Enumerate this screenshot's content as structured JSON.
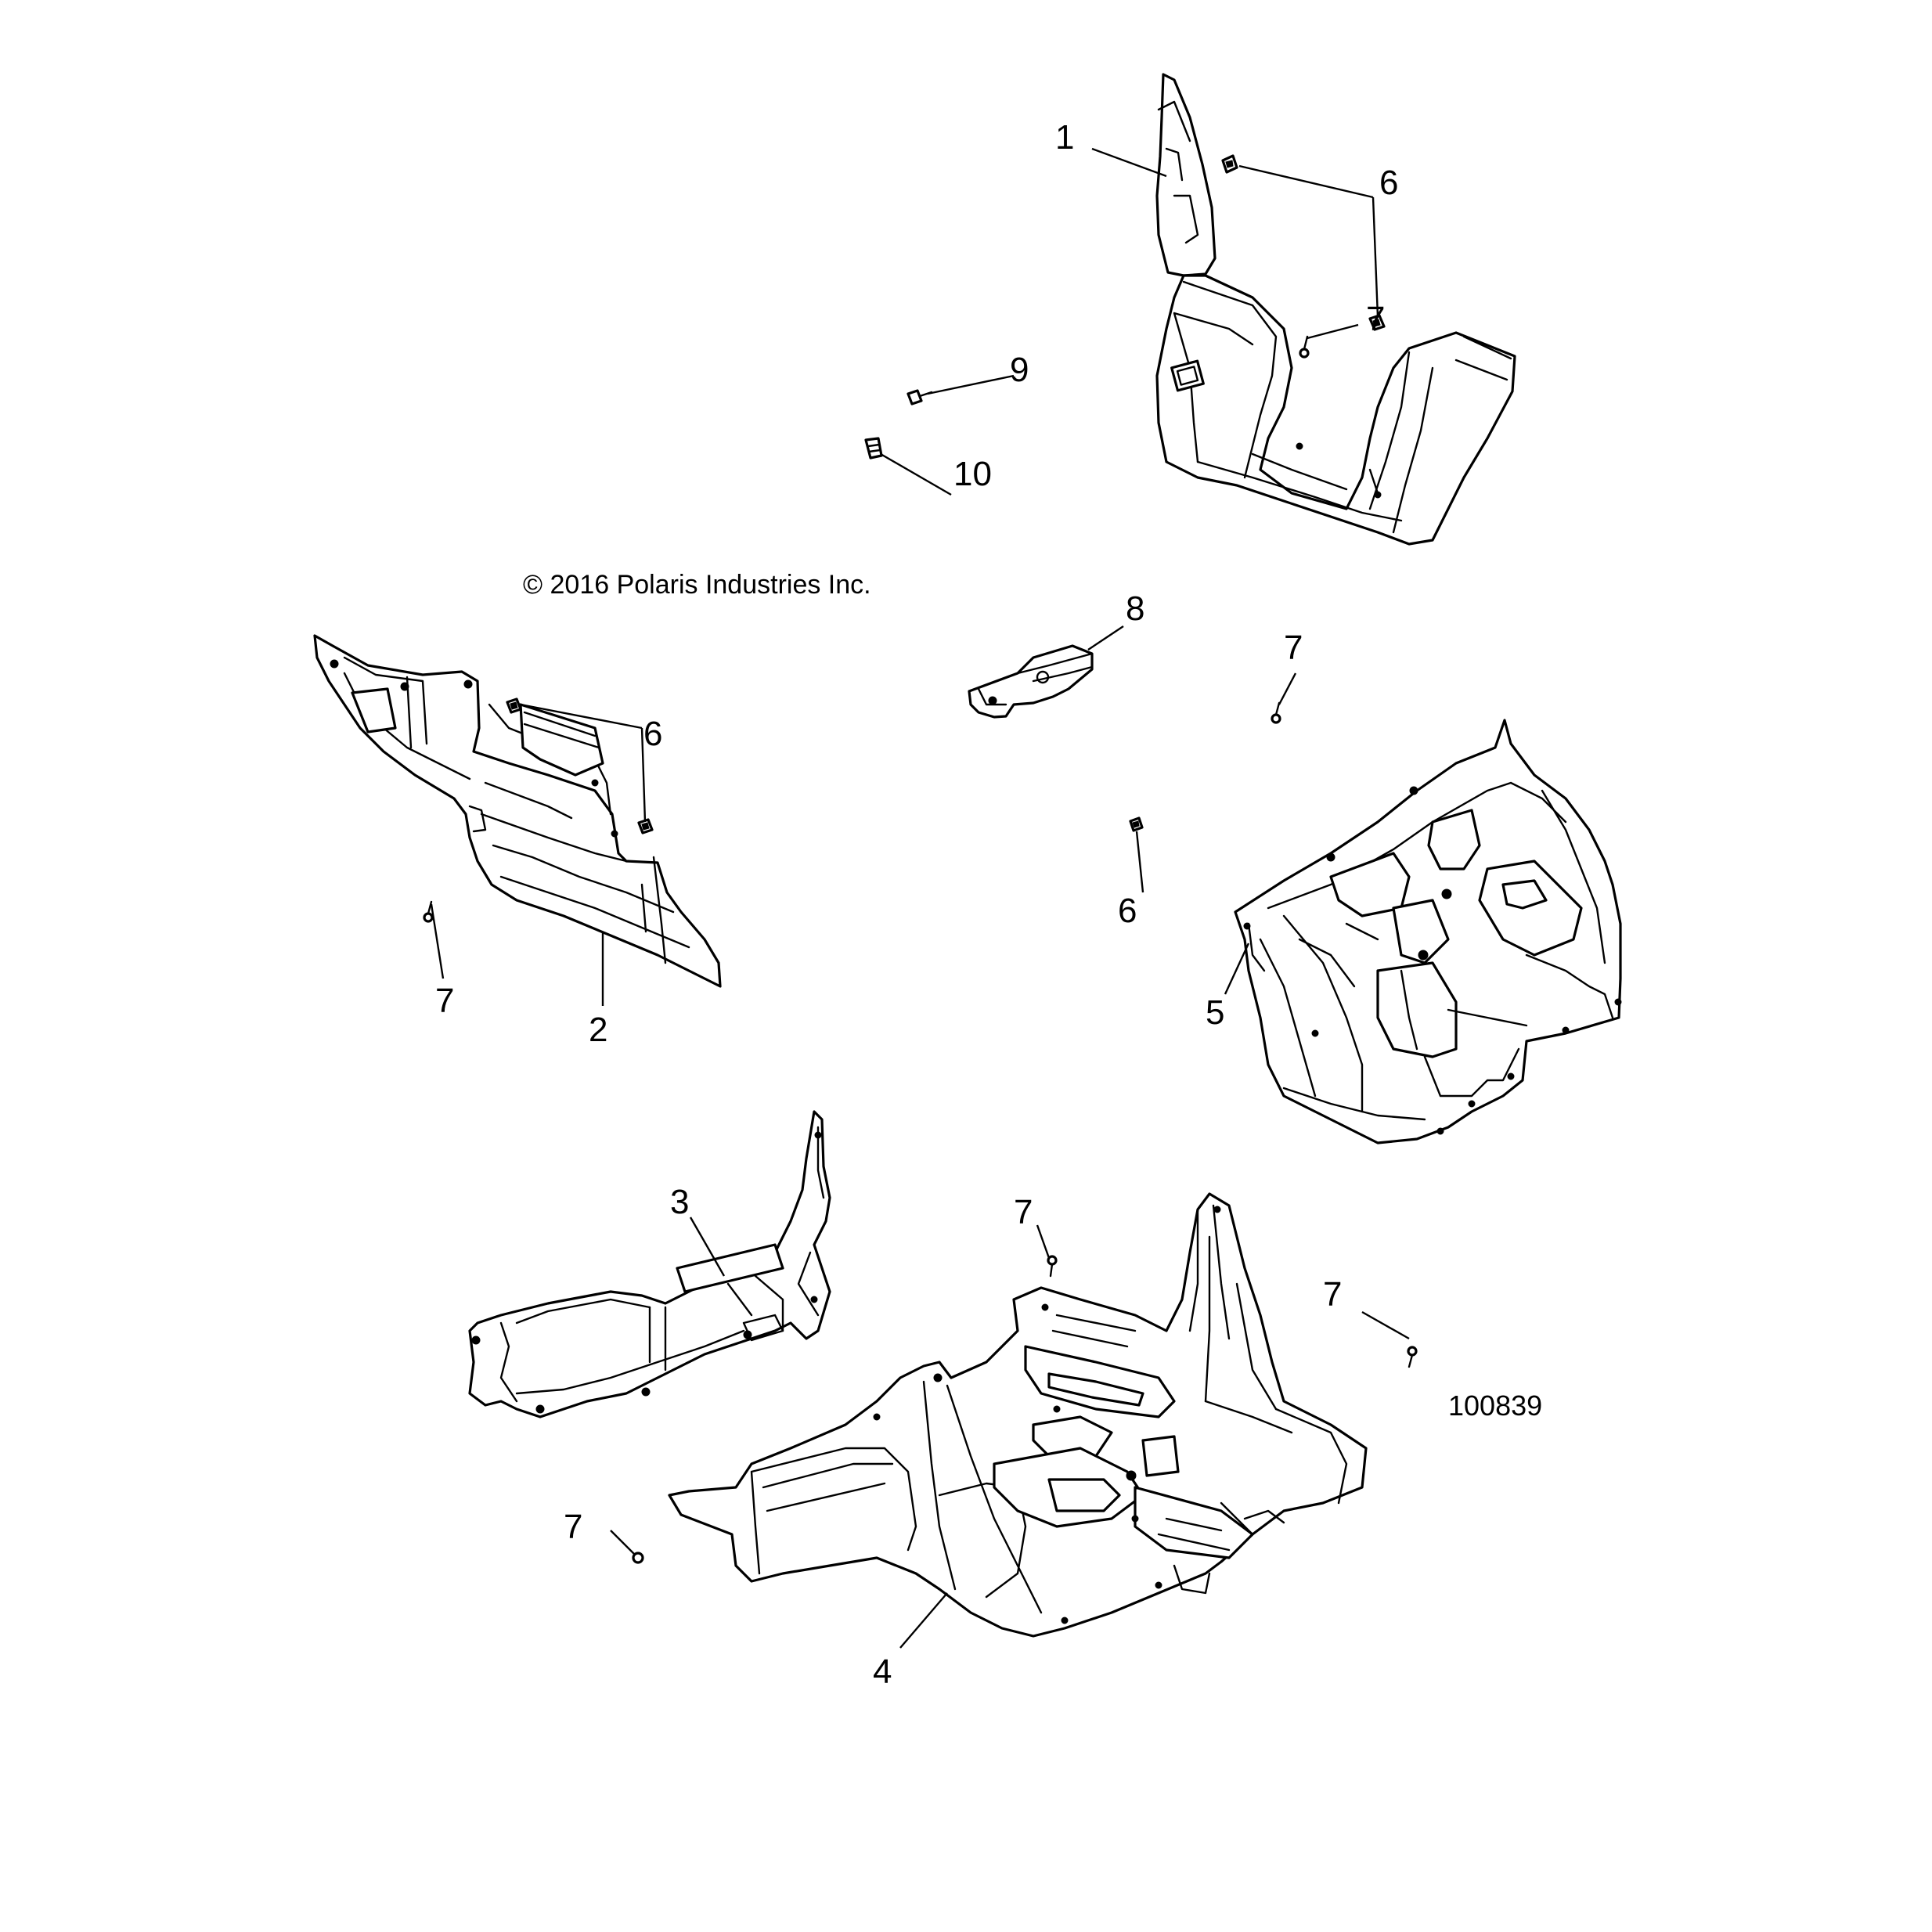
{
  "copyright": "© 2016 Polaris Industries Inc.",
  "figure_id": "100839",
  "callouts": {
    "c1": "1",
    "c2": "2",
    "c3": "3",
    "c4": "4",
    "c5": "5",
    "c6a": "6",
    "c6b": "6",
    "c6c": "6",
    "c7a": "7",
    "c7b": "7",
    "c7c": "7",
    "c7d": "7",
    "c7e": "7",
    "c7f": "7",
    "c8": "8",
    "c9": "9",
    "c10": "10"
  }
}
